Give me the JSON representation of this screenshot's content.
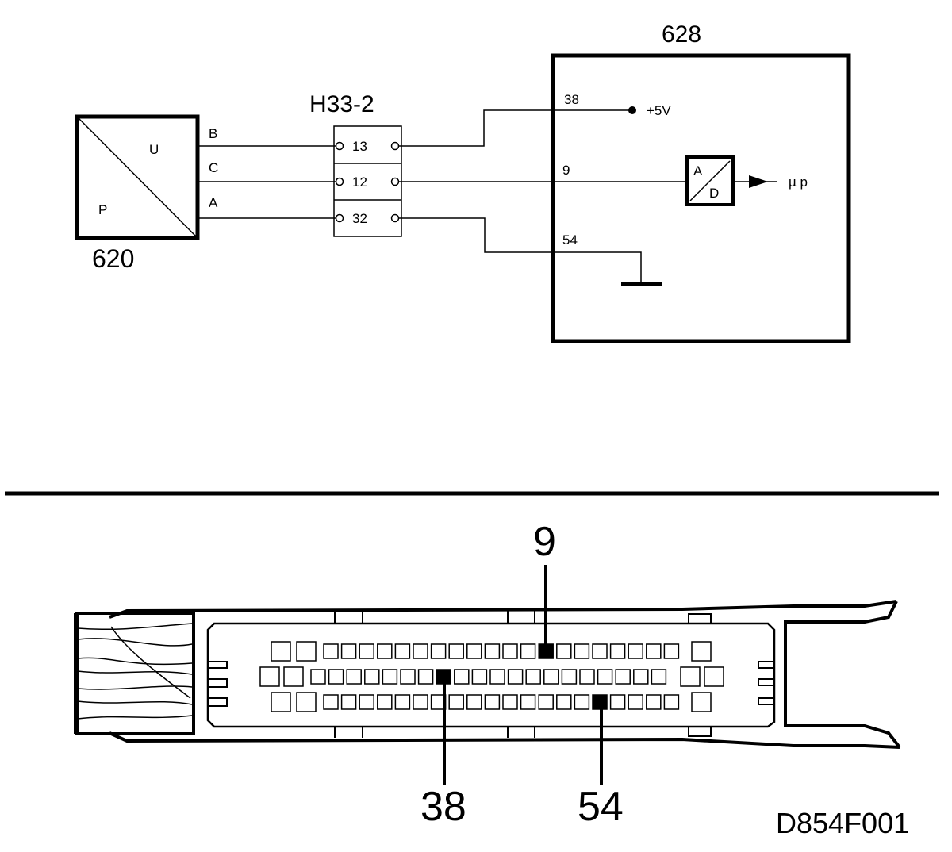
{
  "sensor": {
    "id": "620",
    "u_label": "U",
    "p_label": "P",
    "pins": [
      "B",
      "C",
      "A"
    ]
  },
  "connector": {
    "id": "H33-2",
    "pins": [
      "13",
      "12",
      "32"
    ]
  },
  "ecu": {
    "id": "628",
    "pins": {
      "supply": "38",
      "signal": "9",
      "ground": "54"
    },
    "supply_label": "+5V",
    "adc_a": "A",
    "adc_d": "D",
    "output_label": "µ p"
  },
  "ecu_connector": {
    "callouts": {
      "top": "9",
      "bottom_left": "38",
      "bottom_right": "54"
    }
  },
  "figure_code": "D854F001"
}
